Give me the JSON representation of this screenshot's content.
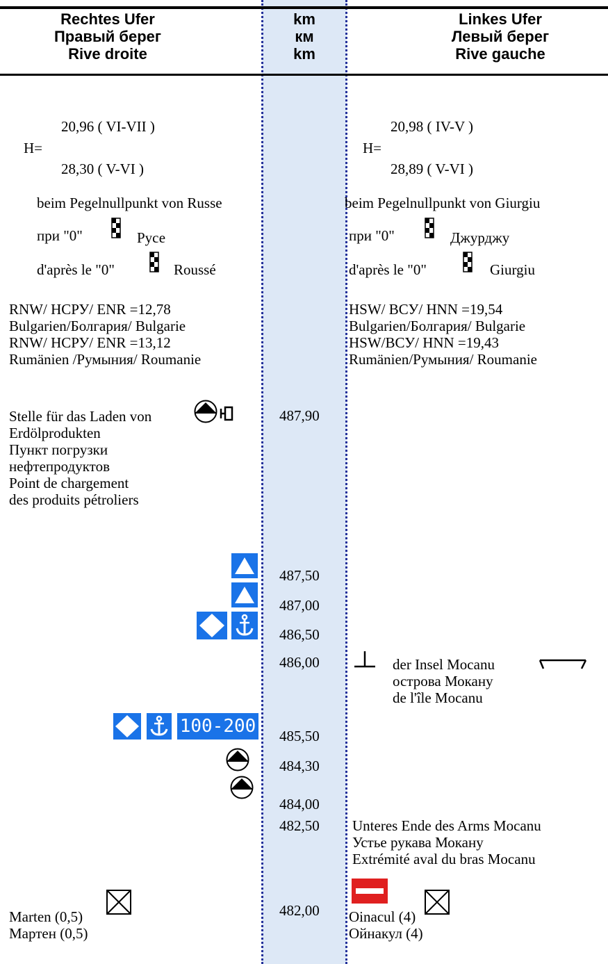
{
  "header": {
    "right": [
      "Rechtes Ufer",
      "Правый берег",
      "Rive droite"
    ],
    "km": [
      "km",
      "км",
      "km"
    ],
    "left": [
      "Linkes Ufer",
      "Левый берег",
      "Rive gauche"
    ]
  },
  "gauge_right": {
    "h": "H=",
    "top": "20,96 ( VI-VII )",
    "bottom": "28,30 ( V-VI )",
    "line1": "beim Pegelnullpunkt von Russe",
    "line2_a": "при \"0\"",
    "line2_b": "Русе",
    "line3_a": "d'après le \"0\"",
    "line3_b": "Roussé"
  },
  "gauge_left": {
    "h": "H=",
    "top": "20,98 ( IV-V )",
    "bottom": "28,89 ( V-VI )",
    "line1": "beim Pegelnullpunkt von Giurgiu",
    "line2_a": "при \"0\"",
    "line2_b": "Джурджу",
    "line3_a": "d'après le \"0\"",
    "line3_b": "Giurgiu"
  },
  "levels_right": [
    "RNW/ НСРУ/ ENR =12,78",
    "Bulgarien/Болгария/ Bulgarie",
    "RNW/ НСРУ/ ENR =13,12",
    "Rumänien /Румыния/ Roumanie"
  ],
  "levels_left": [
    "HSW/ ВСУ/ HNN =19,54",
    "Bulgarien/Болгария/ Bulgarie",
    "HSW/ВСУ/ HNN =19,43",
    "Rumänien/Румыния/ Roumanie"
  ],
  "oil_point": [
    "Stelle für das Laden von",
    "Erdölprodukten",
    "Пункт погрузки",
    "нефтепродуктов",
    "Point de chargement",
    "des produits pétroliers"
  ],
  "km_marks": [
    "487,90",
    "487,50",
    "487,00",
    "486,50",
    "486,00",
    "485,50",
    "484,30",
    "484,00",
    "482,50",
    "482,00"
  ],
  "island": [
    "der Insel Mocanu",
    "острова Мокану",
    "de l'île Mocanu"
  ],
  "sign_text": "100-200",
  "arm_end": [
    "Unteres Ende des Arms Mocanu",
    "Устье рукава Мокану",
    "Extrémité aval du bras Mocanu"
  ],
  "marten": [
    "Marten (0,5)",
    "Мартен (0,5)"
  ],
  "oinacul": [
    "Oinacul (4)",
    "Ойнакул (4)"
  ],
  "colors": {
    "sign_blue": "#1a73e8",
    "km_column": "#dde8f6",
    "no_entry_red": "#e02020"
  }
}
